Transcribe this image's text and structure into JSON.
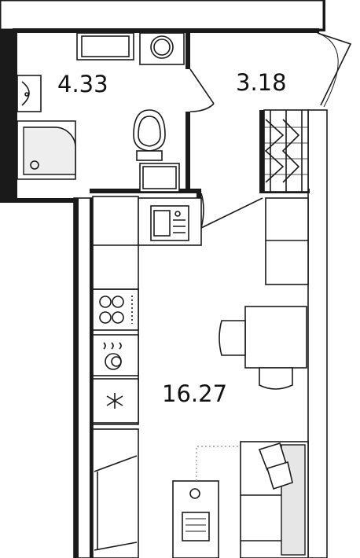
{
  "rooms": [
    {
      "id": "bathroom",
      "area": "4.33"
    },
    {
      "id": "hallway",
      "area": "3.18"
    },
    {
      "id": "living-kitchen",
      "area": "16.27"
    }
  ]
}
